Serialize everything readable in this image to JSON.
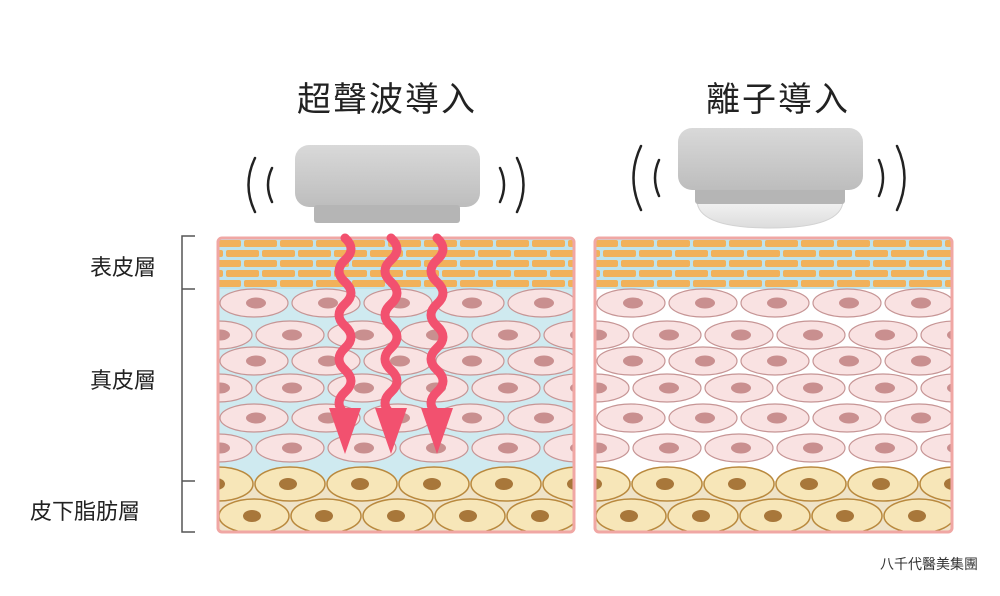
{
  "titles": {
    "left": "超聲波導入",
    "right": "離子導入"
  },
  "layers": {
    "epidermis": "表皮層",
    "dermis": "真皮層",
    "subcutaneous": "皮下脂肪層"
  },
  "credit": "八千代醫美集團",
  "colors": {
    "frame": "#f0a7a4",
    "epidermis_cell": "#f1b15a",
    "dermis_cell": "#f9e2e2",
    "nucleus": "#c98f8f",
    "fat_cell": "#f7e6b8",
    "fat_nucleus": "#a8773a",
    "interstitial_left": "#cfeaf0",
    "wave": "#f2516f",
    "device": "#c8c8c8"
  },
  "icons": [
    "ultrasound-device-icon",
    "ion-device-icon",
    "vibration-wave-icon",
    "penetration-arrow-icon"
  ]
}
